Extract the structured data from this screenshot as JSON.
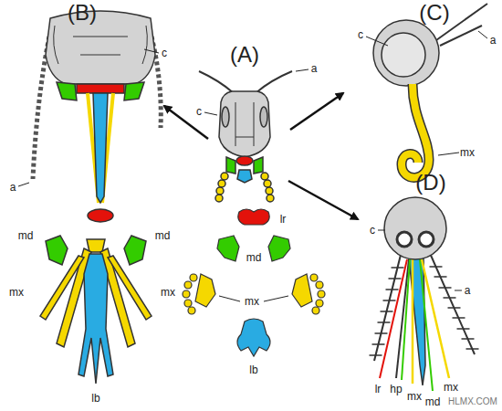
{
  "diagram": {
    "labels": [
      "(B)",
      "(C)",
      "c",
      "a",
      "c",
      "(A)",
      "a",
      "c",
      "mx",
      "(D)",
      "a",
      "lr",
      "c",
      "md",
      "md",
      "md",
      "a",
      "mx",
      "mx",
      "mx",
      "lb",
      "lr",
      "hp",
      "mx",
      "mx",
      "lb",
      "HLMX.COM",
      "md"
    ]
  }
}
